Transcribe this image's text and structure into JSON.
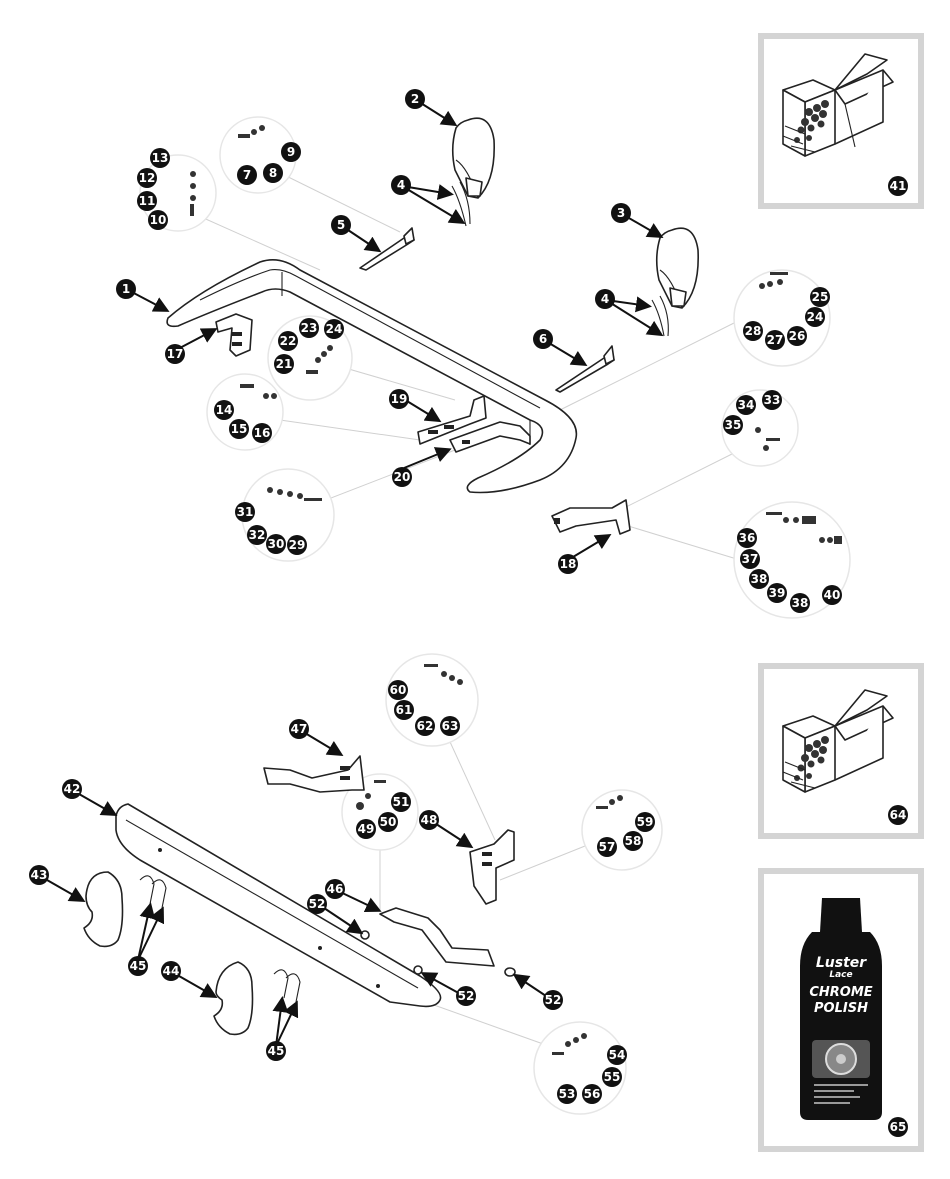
{
  "diagram": {
    "callouts_top": [
      "1",
      "2",
      "3",
      "4",
      "4",
      "5",
      "6",
      "7",
      "8",
      "9",
      "10",
      "11",
      "12",
      "13",
      "14",
      "15",
      "16",
      "17",
      "18",
      "19",
      "20",
      "21",
      "22",
      "23",
      "24",
      "24",
      "25",
      "26",
      "27",
      "28",
      "29",
      "30",
      "31",
      "32",
      "33",
      "34",
      "35",
      "36",
      "37",
      "38",
      "38",
      "39",
      "40",
      "41"
    ],
    "callouts_bottom": [
      "42",
      "43",
      "44",
      "45",
      "45",
      "46",
      "47",
      "48",
      "49",
      "50",
      "51",
      "52",
      "52",
      "52",
      "53",
      "54",
      "55",
      "56",
      "57",
      "58",
      "59",
      "60",
      "61",
      "62",
      "63",
      "64",
      "65"
    ]
  },
  "bottle": {
    "brand_line1": "Luster",
    "brand_line2": "Lace",
    "product_line1": "CHROME",
    "product_line2": "POLISH"
  }
}
